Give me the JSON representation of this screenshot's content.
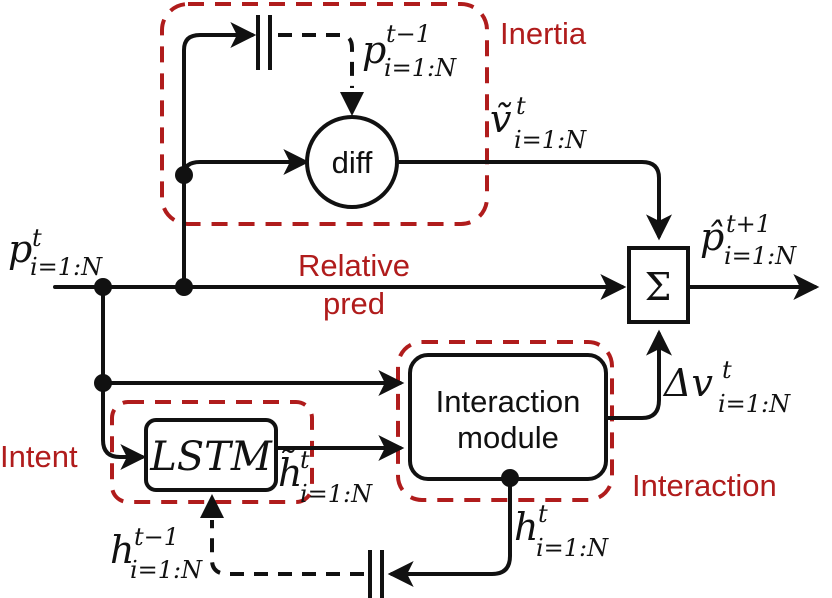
{
  "groups": {
    "inertia": "Inertia",
    "relative_pred": [
      "Relative",
      "pred"
    ],
    "intent": "Intent",
    "interaction": "Interaction"
  },
  "blocks": {
    "diff": "diff",
    "lstm": "LSTM",
    "interaction_module": [
      "Interaction",
      "module"
    ],
    "sum": "Σ"
  },
  "math": {
    "input_p": {
      "base": "p",
      "sup": "t",
      "sub": "i=1:N"
    },
    "prev_p": {
      "base": "p",
      "sup": "t−1",
      "sub": "i=1:N"
    },
    "velocity": {
      "base": "ṽ",
      "sup": "t",
      "sub": "i=1:N"
    },
    "output_p": {
      "base": "p̂",
      "sup": "t+1",
      "sub": "i=1:N"
    },
    "delta_v": {
      "base": "Δv",
      "sup": "t",
      "sub": "i=1:N"
    },
    "lstm_out": {
      "base": "h̃",
      "sup": "t",
      "sub": "i=1:N"
    },
    "hidden_t": {
      "base": "h",
      "sup": "t",
      "sub": "i=1:N"
    },
    "hidden_prev": {
      "base": "h",
      "sup": "t−1",
      "sub": "i=1:N"
    }
  }
}
